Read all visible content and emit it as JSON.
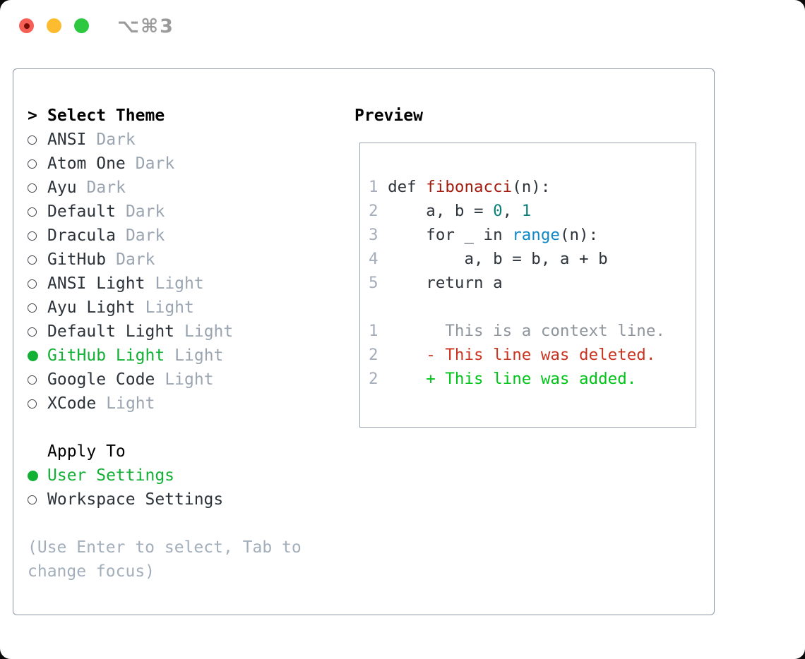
{
  "window": {
    "title": "⌥⌘3"
  },
  "theme_picker": {
    "header_prefix": ">",
    "header": "Select Theme",
    "items": [
      {
        "name": "ANSI",
        "variant": "Dark",
        "selected": false
      },
      {
        "name": "Atom One",
        "variant": "Dark",
        "selected": false
      },
      {
        "name": "Ayu",
        "variant": "Dark",
        "selected": false
      },
      {
        "name": "Default",
        "variant": "Dark",
        "selected": false
      },
      {
        "name": "Dracula",
        "variant": "Dark",
        "selected": false
      },
      {
        "name": "GitHub",
        "variant": "Dark",
        "selected": false
      },
      {
        "name": "ANSI Light",
        "variant": "Light",
        "selected": false
      },
      {
        "name": "Ayu Light",
        "variant": "Light",
        "selected": false
      },
      {
        "name": "Default Light",
        "variant": "Light",
        "selected": false
      },
      {
        "name": "GitHub Light",
        "variant": "Light",
        "selected": true
      },
      {
        "name": "Google Code",
        "variant": "Light",
        "selected": false
      },
      {
        "name": "XCode",
        "variant": "Light",
        "selected": false
      }
    ]
  },
  "apply_to": {
    "header": "Apply To",
    "options": [
      {
        "name": "User Settings",
        "selected": true
      },
      {
        "name": "Workspace Settings",
        "selected": false
      }
    ]
  },
  "hint_lines": [
    "(Use Enter to select, Tab to",
    "change focus)"
  ],
  "preview": {
    "header": "Preview",
    "lines": [
      {
        "num": "1",
        "tokens": [
          {
            "t": "def ",
            "s": "plain"
          },
          {
            "t": "fibonacci",
            "s": "func"
          },
          {
            "t": "(n):",
            "s": "plain"
          }
        ]
      },
      {
        "num": "2",
        "tokens": [
          {
            "t": "    a, b = ",
            "s": "plain"
          },
          {
            "t": "0",
            "s": "number"
          },
          {
            "t": ", ",
            "s": "plain"
          },
          {
            "t": "1",
            "s": "number"
          }
        ]
      },
      {
        "num": "3",
        "tokens": [
          {
            "t": "    for _ in ",
            "s": "plain"
          },
          {
            "t": "range",
            "s": "builtin"
          },
          {
            "t": "(n):",
            "s": "plain"
          }
        ]
      },
      {
        "num": "4",
        "tokens": [
          {
            "t": "        a, b = b, a + b",
            "s": "plain"
          }
        ]
      },
      {
        "num": "5",
        "tokens": [
          {
            "t": "    return a",
            "s": "plain"
          }
        ]
      },
      {
        "num": "",
        "tokens": []
      },
      {
        "num": "1",
        "tokens": [
          {
            "t": "      This is a context line.",
            "s": "context"
          }
        ]
      },
      {
        "num": "2",
        "tokens": [
          {
            "t": "    - This line was deleted.",
            "s": "deleted"
          }
        ]
      },
      {
        "num": "2",
        "tokens": [
          {
            "t": "    + This line was added.",
            "s": "added"
          }
        ]
      }
    ]
  },
  "colors": {
    "accent_green": "#12b034",
    "added_green": "#00c41a",
    "deleted_red": "#c93420",
    "function_red": "#a41c0f",
    "number_teal": "#0b7f79",
    "builtin_blue": "#0e89c6",
    "code_plain": "#2f353c",
    "line_number_gray": "#a4adb9",
    "context_gray": "#8f959c",
    "item_text": "#2d333a",
    "variant_gray": "#9aa5b1",
    "hint_gray": "#a3aebb",
    "panel_border": "#8d97a3",
    "preview_border": "#9aa4ae",
    "titlebar_text": "#9b9b9b",
    "header_text": "#000000",
    "traffic_red": "#f75e55",
    "traffic_red_dot": "#7a0c08",
    "traffic_yellow": "#fdbc2f",
    "traffic_green": "#2bc840"
  }
}
